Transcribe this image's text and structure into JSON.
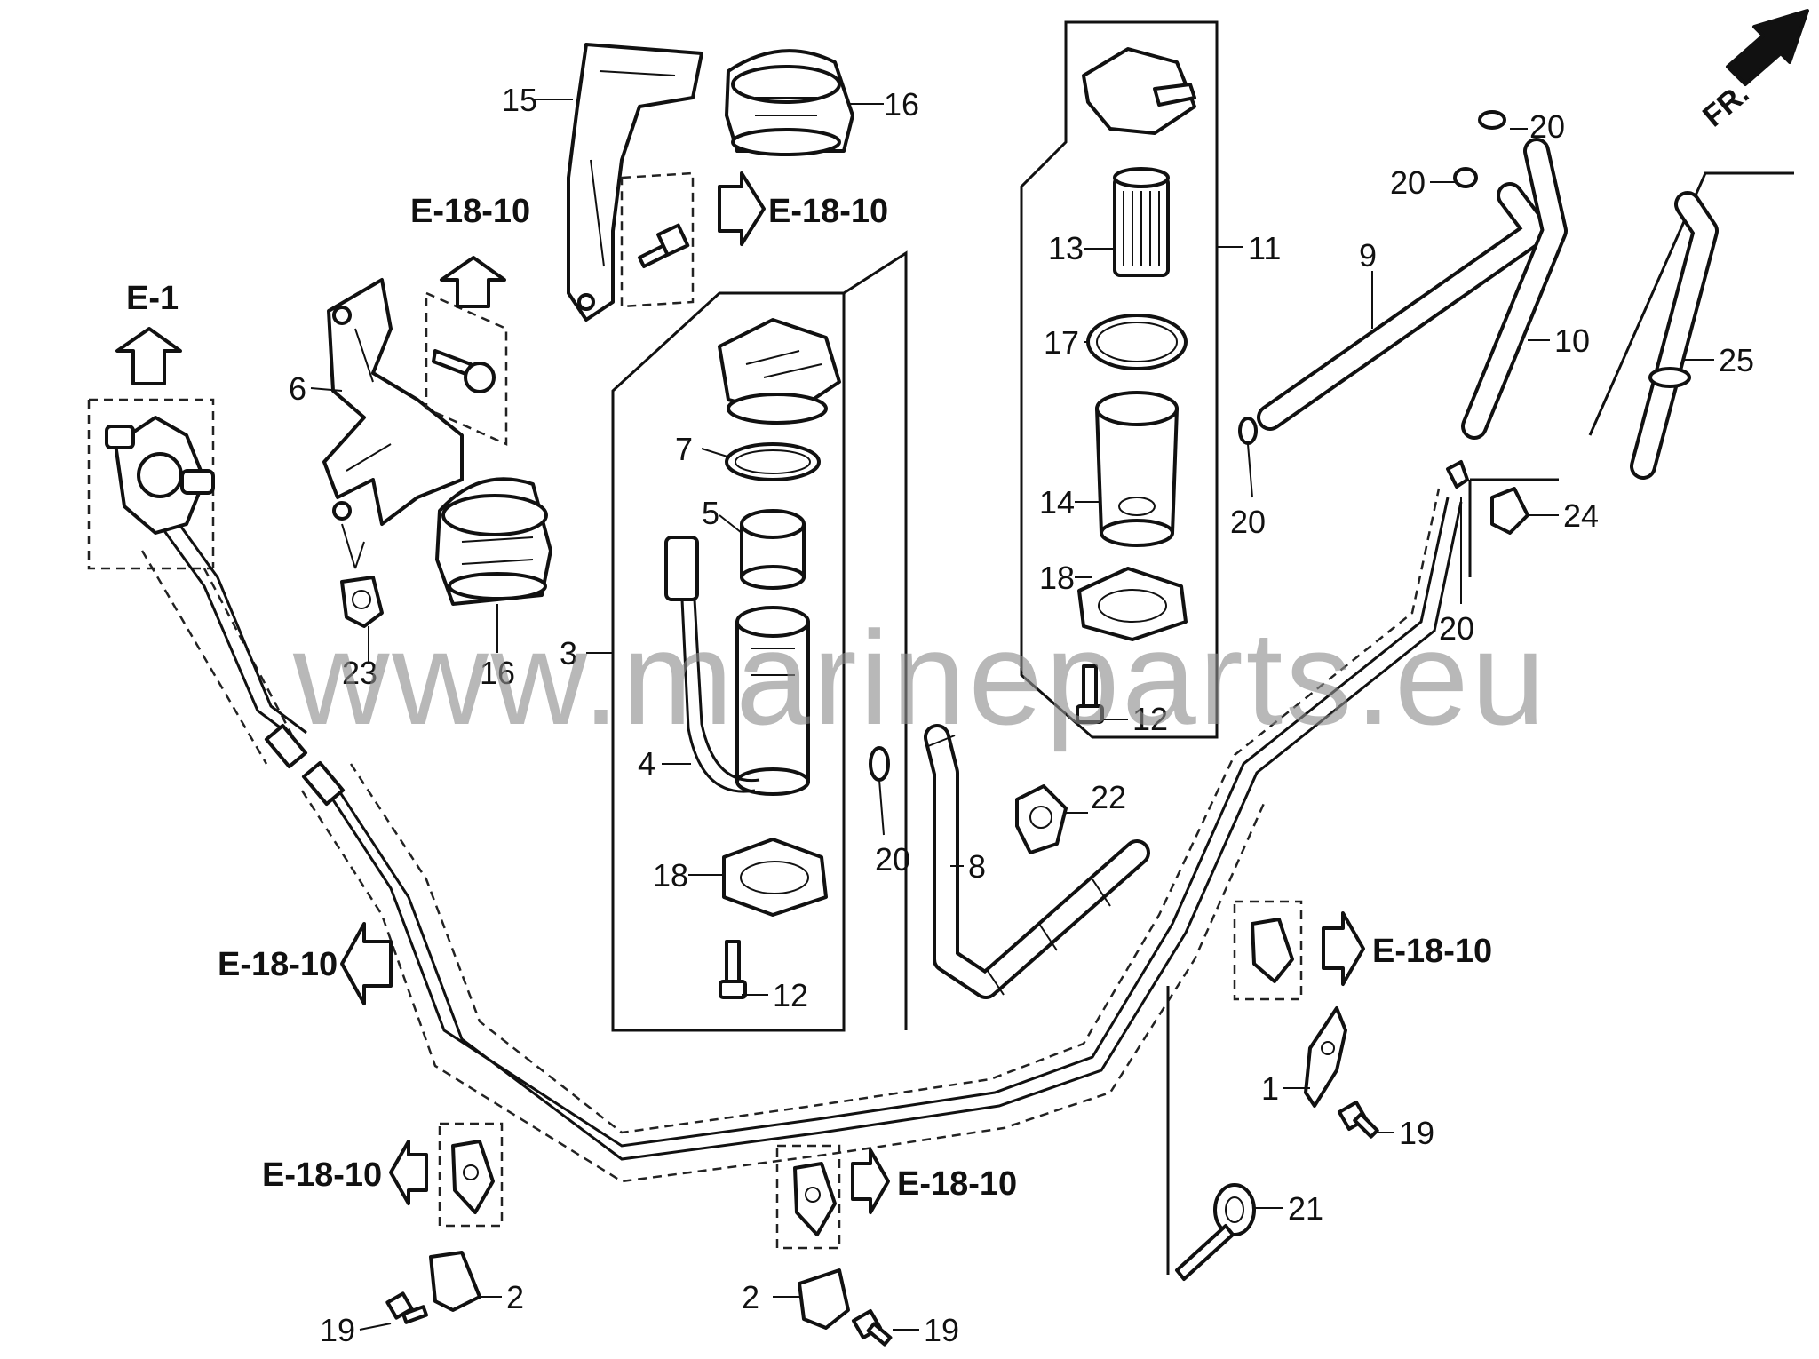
{
  "references": {
    "e1": "E-1",
    "e18_10": "E-18-10"
  },
  "front_marker": "FR.",
  "watermark": "www.marineparts.eu",
  "callouts": {
    "c1": "1",
    "c2": "2",
    "c3": "3",
    "c4": "4",
    "c5": "5",
    "c6": "6",
    "c7": "7",
    "c8": "8",
    "c9": "9",
    "c10": "10",
    "c11": "11",
    "c12": "12",
    "c13": "13",
    "c14": "14",
    "c15": "15",
    "c16": "16",
    "c17": "17",
    "c18": "18",
    "c19": "19",
    "c20": "20",
    "c21": "21",
    "c22": "22",
    "c23": "23",
    "c24": "24",
    "c25": "25"
  }
}
